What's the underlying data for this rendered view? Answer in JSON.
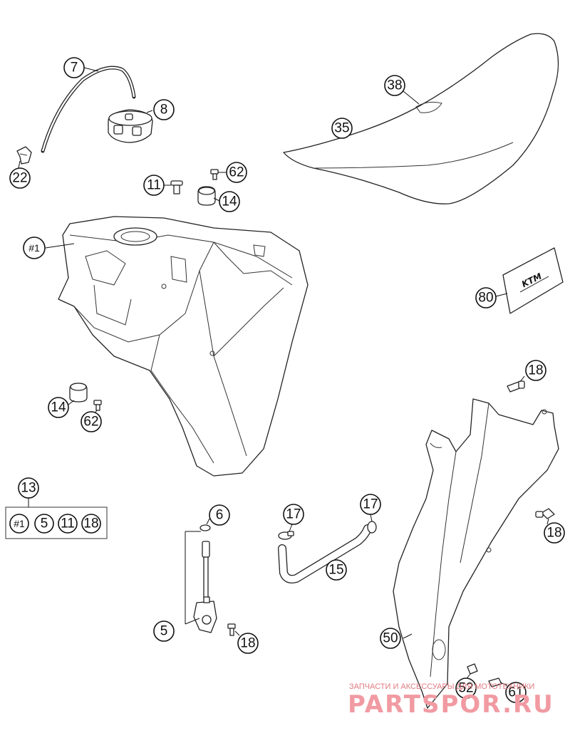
{
  "callouts": {
    "c7": "7",
    "c8": "8",
    "c22": "22",
    "c38": "38",
    "c35": "35",
    "c11": "11",
    "c62a": "62",
    "c14a": "14",
    "c1": "#1",
    "c80": "80",
    "c14b": "14",
    "c62b": "62",
    "c18a": "18",
    "c13": "13",
    "c6": "6",
    "c17a": "17",
    "c17b": "17",
    "c15": "15",
    "c18b": "18",
    "c5": "5",
    "c18c": "18",
    "c50": "50",
    "c52": "52",
    "c61": "61"
  },
  "kit13": [
    "#1",
    "5",
    "11",
    "18"
  ],
  "logo_text": "KTM",
  "watermark": {
    "line1": "ЗАПЧАСТИ И АКСЕССУАРЫ ДЛЯ МОТОТЕХНИКИ",
    "line2": "PARTSPOR.RU"
  }
}
